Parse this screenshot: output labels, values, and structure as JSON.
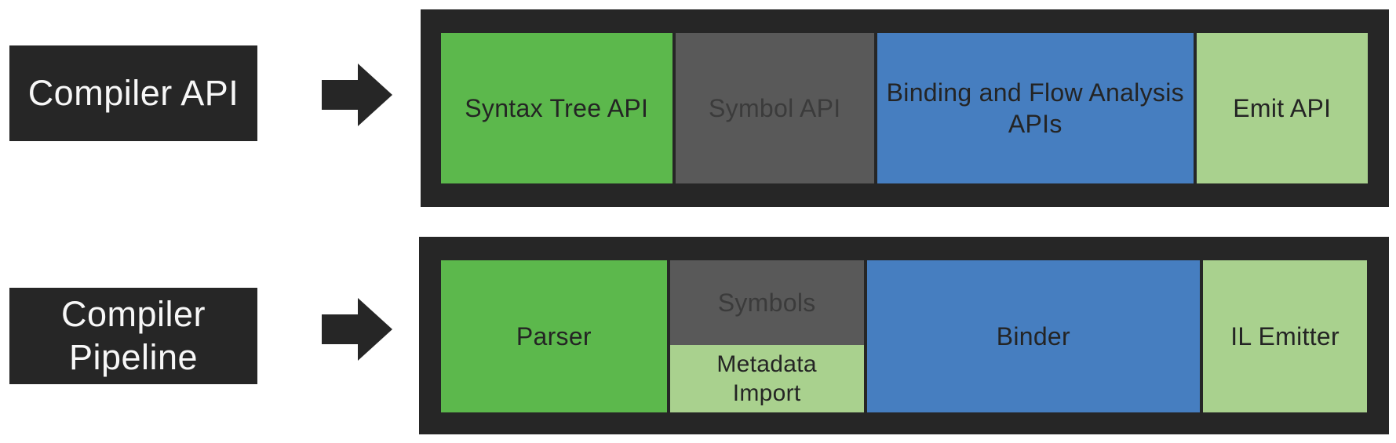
{
  "title": "Compiler API and Compiler Pipeline diagram",
  "colors": {
    "dark": "#262626",
    "green": "#5cb84c",
    "gray": "#595959",
    "blue": "#467ec0",
    "light_green": "#a9d18e",
    "label_text": "#f7f7f7",
    "cell_text": "#242424",
    "gray_cell_text": "#3b3b3b",
    "page_background": "#ffffff"
  },
  "icons": {
    "arrow_right": "solid right block arrow (css rectangle + triangle)"
  },
  "rows": [
    {
      "label": {
        "text": "Compiler API",
        "line1": "Compiler API",
        "line2": ""
      },
      "cells": [
        {
          "text": "Syntax Tree API",
          "color": "green"
        },
        {
          "text": "Symbol API",
          "color": "gray"
        },
        {
          "text": "Binding and Flow Analysis APIs",
          "line1": "Binding and Flow Analysis",
          "line2": "APIs",
          "color": "blue"
        },
        {
          "text": "Emit API",
          "color": "light_green"
        }
      ]
    },
    {
      "label": {
        "text": "Compiler Pipeline",
        "line1": "Compiler",
        "line2": "Pipeline"
      },
      "cells": [
        {
          "text": "Parser",
          "color": "green"
        },
        {
          "text": "Symbols",
          "color": "gray"
        },
        {
          "text": "Metadata Import",
          "line1": "Metadata",
          "line2": "Import",
          "color": "light_green"
        },
        {
          "text": "Binder",
          "color": "blue"
        },
        {
          "text": "IL Emitter",
          "color": "light_green"
        }
      ]
    }
  ]
}
